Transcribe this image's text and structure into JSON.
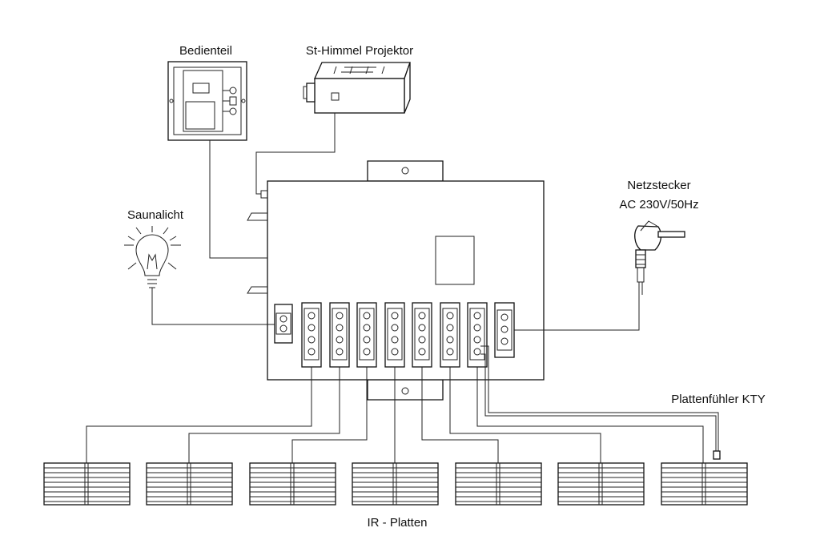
{
  "labels": {
    "control_panel": "Bedienteil",
    "projector": "St-Himmel Projektor",
    "sauna_light": "Saunalicht",
    "power_plug_line1": "Netzstecker",
    "power_plug_line2": "AC 230V/50Hz",
    "plate_sensor": "Plattenfühler KTY",
    "ir_plates": "IR - Platten"
  }
}
